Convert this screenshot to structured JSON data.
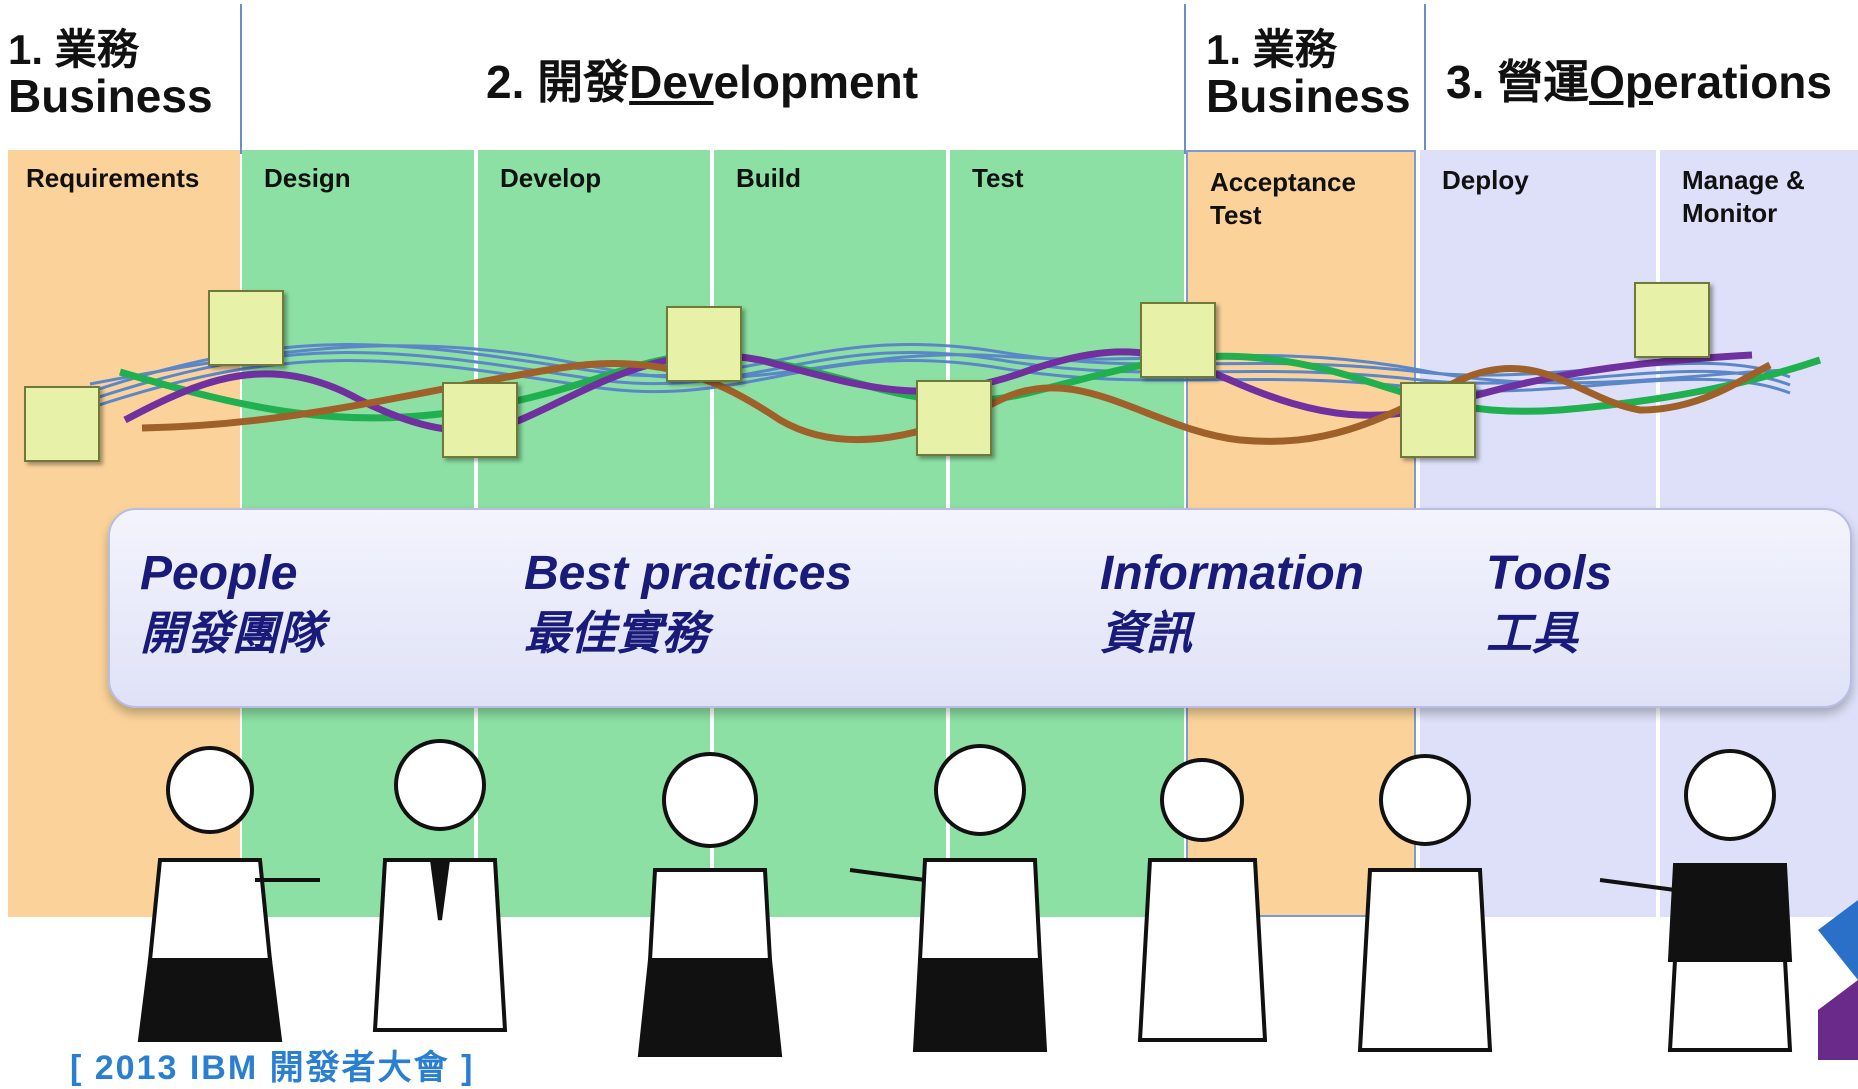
{
  "phases": [
    {
      "num": "1. 業務",
      "name": "Business"
    },
    {
      "num": "2. 開發",
      "name": "Development",
      "underline": "Dev",
      "rest": "elopment"
    },
    {
      "num": "1. 業務",
      "name": "Business"
    },
    {
      "num": "3. 營運",
      "name": "Operations",
      "underline": "Op",
      "rest": "erations"
    }
  ],
  "columns": [
    {
      "label": "Requirements",
      "type": "business"
    },
    {
      "label": "Design",
      "type": "dev"
    },
    {
      "label": "Develop",
      "type": "dev"
    },
    {
      "label": "Build",
      "type": "dev"
    },
    {
      "label": "Test",
      "type": "dev"
    },
    {
      "label": "Acceptance Test",
      "line1": "Acceptance",
      "line2": "Test",
      "type": "business"
    },
    {
      "label": "Deploy",
      "type": "ops"
    },
    {
      "label": "Manage & Monitor",
      "line1": "Manage &",
      "line2": "Monitor",
      "type": "ops"
    }
  ],
  "pillars": [
    {
      "en": "People",
      "zh": "開發團隊"
    },
    {
      "en": "Best practices",
      "zh": "最佳實務"
    },
    {
      "en": "Information",
      "zh": "資訊"
    },
    {
      "en": "Tools",
      "zh": "工具"
    }
  ],
  "colors": {
    "business": "#fbd39a",
    "development": "#8ce0a3",
    "operations": "#dde0f8",
    "thread_green": "#20b050",
    "thread_purple": "#7030a0",
    "thread_brown": "#a0602a",
    "thread_blue": "#5b86c8",
    "artifact": "#e8f1a8",
    "pillar_text": "#1a1a7a"
  },
  "icons": [
    "document-folder-icon"
  ],
  "footer": "[ 2013 IBM 開發者大會 ]"
}
